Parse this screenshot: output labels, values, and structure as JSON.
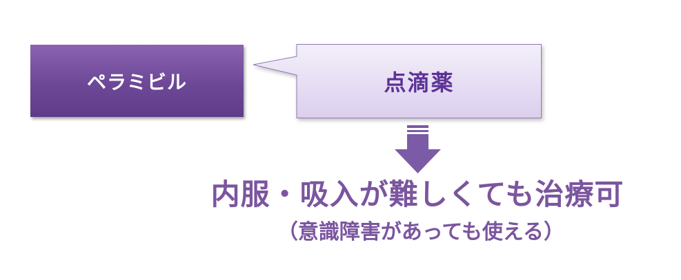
{
  "drug_box": {
    "label": "ペラミビル",
    "color": "#6d4897"
  },
  "callout": {
    "label": "点滴薬",
    "fill_color": "#e3daf0",
    "text_color": "#5c3296"
  },
  "arrow": {
    "icon": "down-arrow-icon",
    "color": "#7b5aa6"
  },
  "result": {
    "main_text": "内服・吸入が難しくても治療可",
    "sub_text": "（意識障害があっても使える）",
    "color": "#7b559f"
  }
}
